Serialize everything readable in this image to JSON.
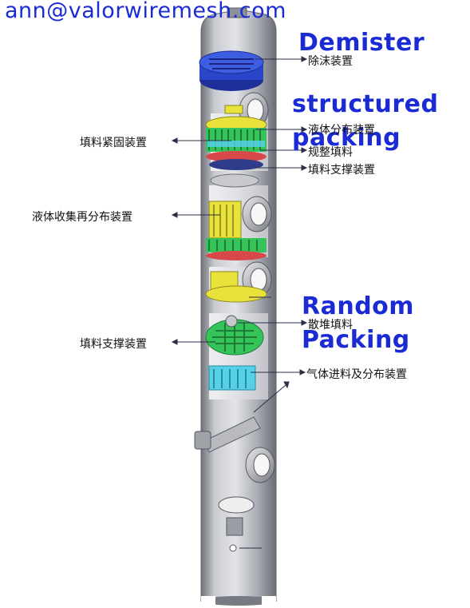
{
  "header": {
    "email": "ann@valorwiremesh.com"
  },
  "sections": {
    "demister": "Demister",
    "structured_1": "structured",
    "structured_2": "packing",
    "random_1": "Random",
    "random_2": "Packing"
  },
  "labels": {
    "demister": "除沫装置",
    "liquid_distributor": "液体分布装置",
    "packing_hold_down": "填料紧固装置",
    "structured_packing": "规整填料",
    "packing_support_1": "填料支撑装置",
    "liquid_collector": "液体收集再分布装置",
    "random_packing": "散堆填料",
    "packing_support_2": "填料支撑装置",
    "gas_inlet": "气体进料及分布装置"
  },
  "colors": {
    "brand_blue": "#1a2bd6",
    "shell_gray": "#9a9da5",
    "demister_blue": "#2a45c8",
    "packing_green": "#35c45a",
    "packing_yellow": "#e9e23a",
    "packing_cyan": "#55d0e6",
    "support_red": "#d94848"
  }
}
